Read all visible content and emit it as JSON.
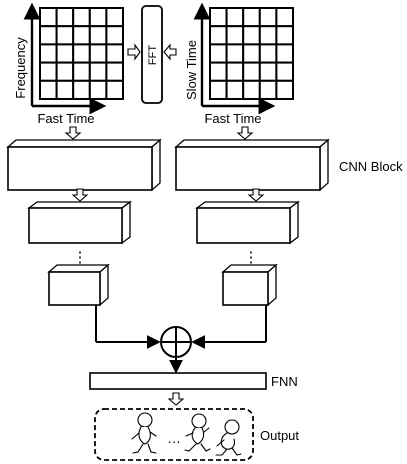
{
  "left_panel": {
    "x_axis_label": "Fast Time",
    "y_axis_label": "Frequency"
  },
  "fft_block": {
    "label": "FFT"
  },
  "right_panel": {
    "x_axis_label": "Fast Time",
    "y_axis_label": "Slow Time"
  },
  "cnn_block_label": "CNN Block",
  "ellipsis": "⋮",
  "fusion_icon": "circle-plus-icon",
  "fnn_label": "FNN",
  "output_label": "Output",
  "grid": {
    "rows": 5,
    "cols": 5
  },
  "colors": {
    "stroke": "#000000",
    "fill": "#ffffff"
  }
}
